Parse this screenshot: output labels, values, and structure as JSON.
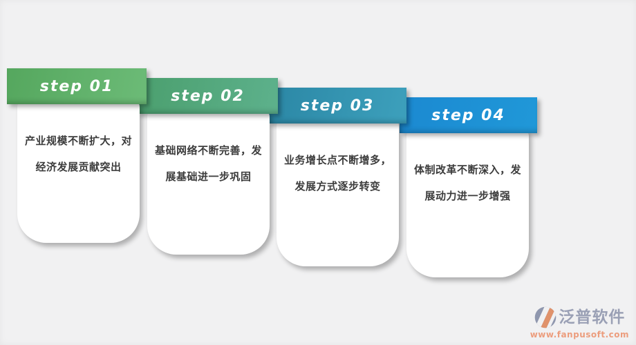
{
  "background_color": "#f1f1f2",
  "steps": [
    {
      "label": "step 01",
      "line1": "产业规模不断扩大，对",
      "line2": "经济发展贡献突出",
      "color_start": "#55a75e",
      "color_end": "#6cbb77"
    },
    {
      "label": "step 02",
      "line1": "基础网络不断完善，发",
      "line2": "展基础进一步巩固",
      "color_start": "#4b9f6e",
      "color_end": "#5db18c"
    },
    {
      "label": "step 03",
      "line1": "业务增长点不断增多，",
      "line2": "发展方式逐步转变",
      "color_start": "#2b87a5",
      "color_end": "#3da0bc"
    },
    {
      "label": "step 04",
      "line1": "体制改革不断深入，发",
      "line2": "展动力进一步增强",
      "color_start": "#1b89d1",
      "color_end": "#2098d8"
    }
  ],
  "logo": {
    "name": "泛普软件",
    "url": "www.fanpusoft.com",
    "name_color": "#9aa0b5",
    "url_color": "#ec9d7d",
    "icon_slate": "#8f97ae",
    "icon_orange": "#e0926b"
  }
}
